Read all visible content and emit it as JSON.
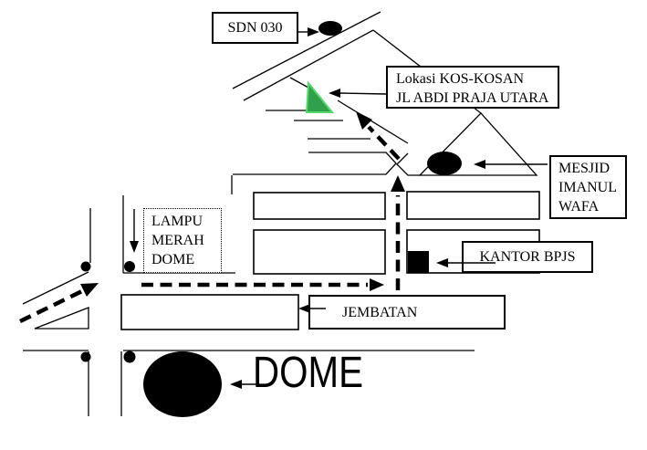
{
  "colors": {
    "background": "#ffffff",
    "ink": "#000000",
    "marker_green_fill": "#2FA04C",
    "marker_green_border": "#56D96D"
  },
  "labels": {
    "sdn": {
      "text": "SDN 030"
    },
    "lokasi": {
      "line1": "Lokasi KOS-KOSAN",
      "line2": "JL ABDI PRAJA UTARA"
    },
    "mesjid": {
      "line1": "MESJID",
      "line2": "IMANUL",
      "line3": "WAFA"
    },
    "kantor": {
      "text": "KANTOR BPJS"
    },
    "jembatan": {
      "text": "JEMBATAN"
    },
    "lampu": {
      "line1": "LAMPU",
      "line2": "MERAH",
      "line3": "DOME"
    },
    "dome": {
      "text": "DOME"
    }
  },
  "markers": {
    "kos_kosan_location": "green-triangle-marker",
    "sdn_school": "black-oval-marker",
    "mesjid_imanul_wafa": "black-oval-marker",
    "kantor_bpjs": "black-square-marker",
    "dome_roundabout": "black-ellipse-marker",
    "traffic_lights": "black-dot-marker",
    "route": "black-dashed-arrow-path"
  }
}
